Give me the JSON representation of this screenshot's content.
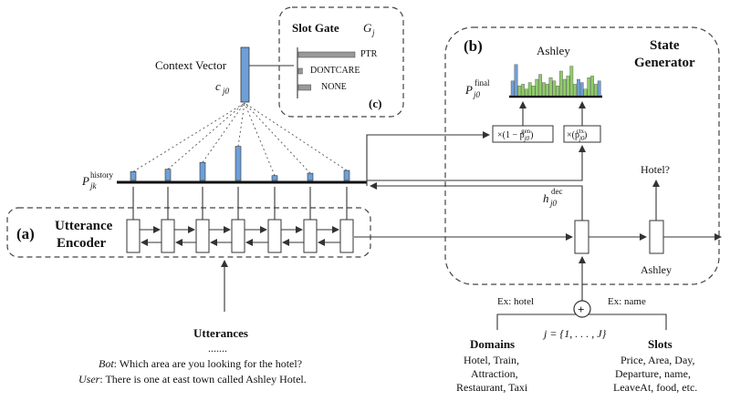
{
  "labels": {
    "slot_gate_title": "Slot Gate",
    "slot_gate_symbol": "G",
    "slot_gate_sub": "j",
    "gate_ptr": "PTR",
    "gate_dontcare": "DONTCARE",
    "gate_none": "NONE",
    "context_vector": "Context Vector",
    "context_symbol": "c",
    "context_sub": "j0",
    "tag_a": "(a)",
    "tag_b": "(b)",
    "tag_c": "(c)",
    "state": "State",
    "generator": "Generator",
    "utterance": "Utterance",
    "encoder": "Encoder",
    "ashley_top": "Ashley",
    "ashley_bottom": "Ashley",
    "hotel_q": "Hotel?",
    "p_history": "P",
    "p_history_sub": "jk",
    "p_history_sup": "history",
    "p_final": "P",
    "p_final_sub": "j0",
    "p_final_sup": "final",
    "h_dec": "h",
    "h_dec_sub": "j0",
    "h_dec_sup": "dec",
    "mult_gen": "×(1 − p",
    "mult_gen_sub": "j0",
    "mult_gen_sup": "gen",
    "mult_gen_close": ")",
    "mult_ctx": "×(p",
    "mult_ctx_sub": "j0",
    "mult_ctx_sup": "ctx",
    "mult_ctx_close": ")",
    "ex_hotel": "Ex: hotel",
    "ex_name": "Ex: name",
    "plus": "+",
    "j_set": "j = {1, . . . , J}",
    "domains_title": "Domains",
    "domains_line1": "Hotel, Train,",
    "domains_line2": "Attraction,",
    "domains_line3": "Restaurant, Taxi",
    "slots_title": "Slots",
    "slots_line1": "Price, Area, Day,",
    "slots_line2": "Departure, name,",
    "slots_line3": "LeaveAt, food, etc.",
    "utterances_title": "Utterances",
    "ellipsis": ".......",
    "bot_label": "Bot",
    "bot_text": ": Which area are you looking for the hotel?",
    "user_label": "User",
    "user_text": ": There is one at east town called Ashley Hotel."
  },
  "colors": {
    "blue": "#6f9fd8",
    "green": "#8fcc6a",
    "gray": "#999999"
  },
  "slot_gate": {
    "values": [
      1.0,
      0.07,
      0.22
    ]
  },
  "attention": {
    "values": [
      0.22,
      0.28,
      0.45,
      0.85,
      0.12,
      0.18,
      0.25
    ]
  },
  "final_dist": {
    "values": [
      0.45,
      0.95,
      0.3,
      0.35,
      0.2,
      0.4,
      0.3,
      0.5,
      0.65,
      0.4,
      0.35,
      0.55,
      0.45,
      0.3,
      0.75,
      0.5,
      0.6,
      0.9,
      0.35,
      0.5,
      0.4,
      0.2,
      0.55,
      0.6,
      0.35,
      0.45
    ],
    "colors": [
      "blue",
      "blue",
      "green",
      "green",
      "green",
      "green",
      "green",
      "green",
      "green",
      "green",
      "green",
      "green",
      "green",
      "green",
      "green",
      "green",
      "green",
      "green",
      "green",
      "blue",
      "blue",
      "green",
      "green",
      "green",
      "green",
      "blue"
    ]
  }
}
